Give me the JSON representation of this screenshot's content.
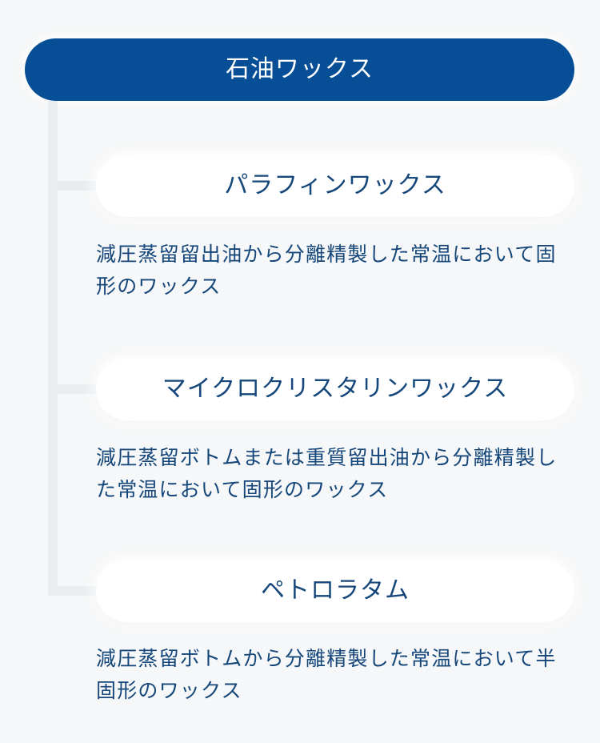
{
  "root": {
    "label": "石油ワックス"
  },
  "children": [
    {
      "label": "パラフィンワックス",
      "description": "減圧蒸留留出油から分離精製した常温において固形のワックス"
    },
    {
      "label": "マイクロクリスタリンワックス",
      "description": "減圧蒸留ボトムまたは重質留出油から分離精製した常温において固形のワックス"
    },
    {
      "label": "ペトロラタム",
      "description": "減圧蒸留ボトムから分離精製した常温において半固形のワックス"
    }
  ],
  "colors": {
    "root_fill": "#064e96",
    "text": "#15477a",
    "connector": "#e9edf0",
    "background": "#f6f7f8"
  }
}
